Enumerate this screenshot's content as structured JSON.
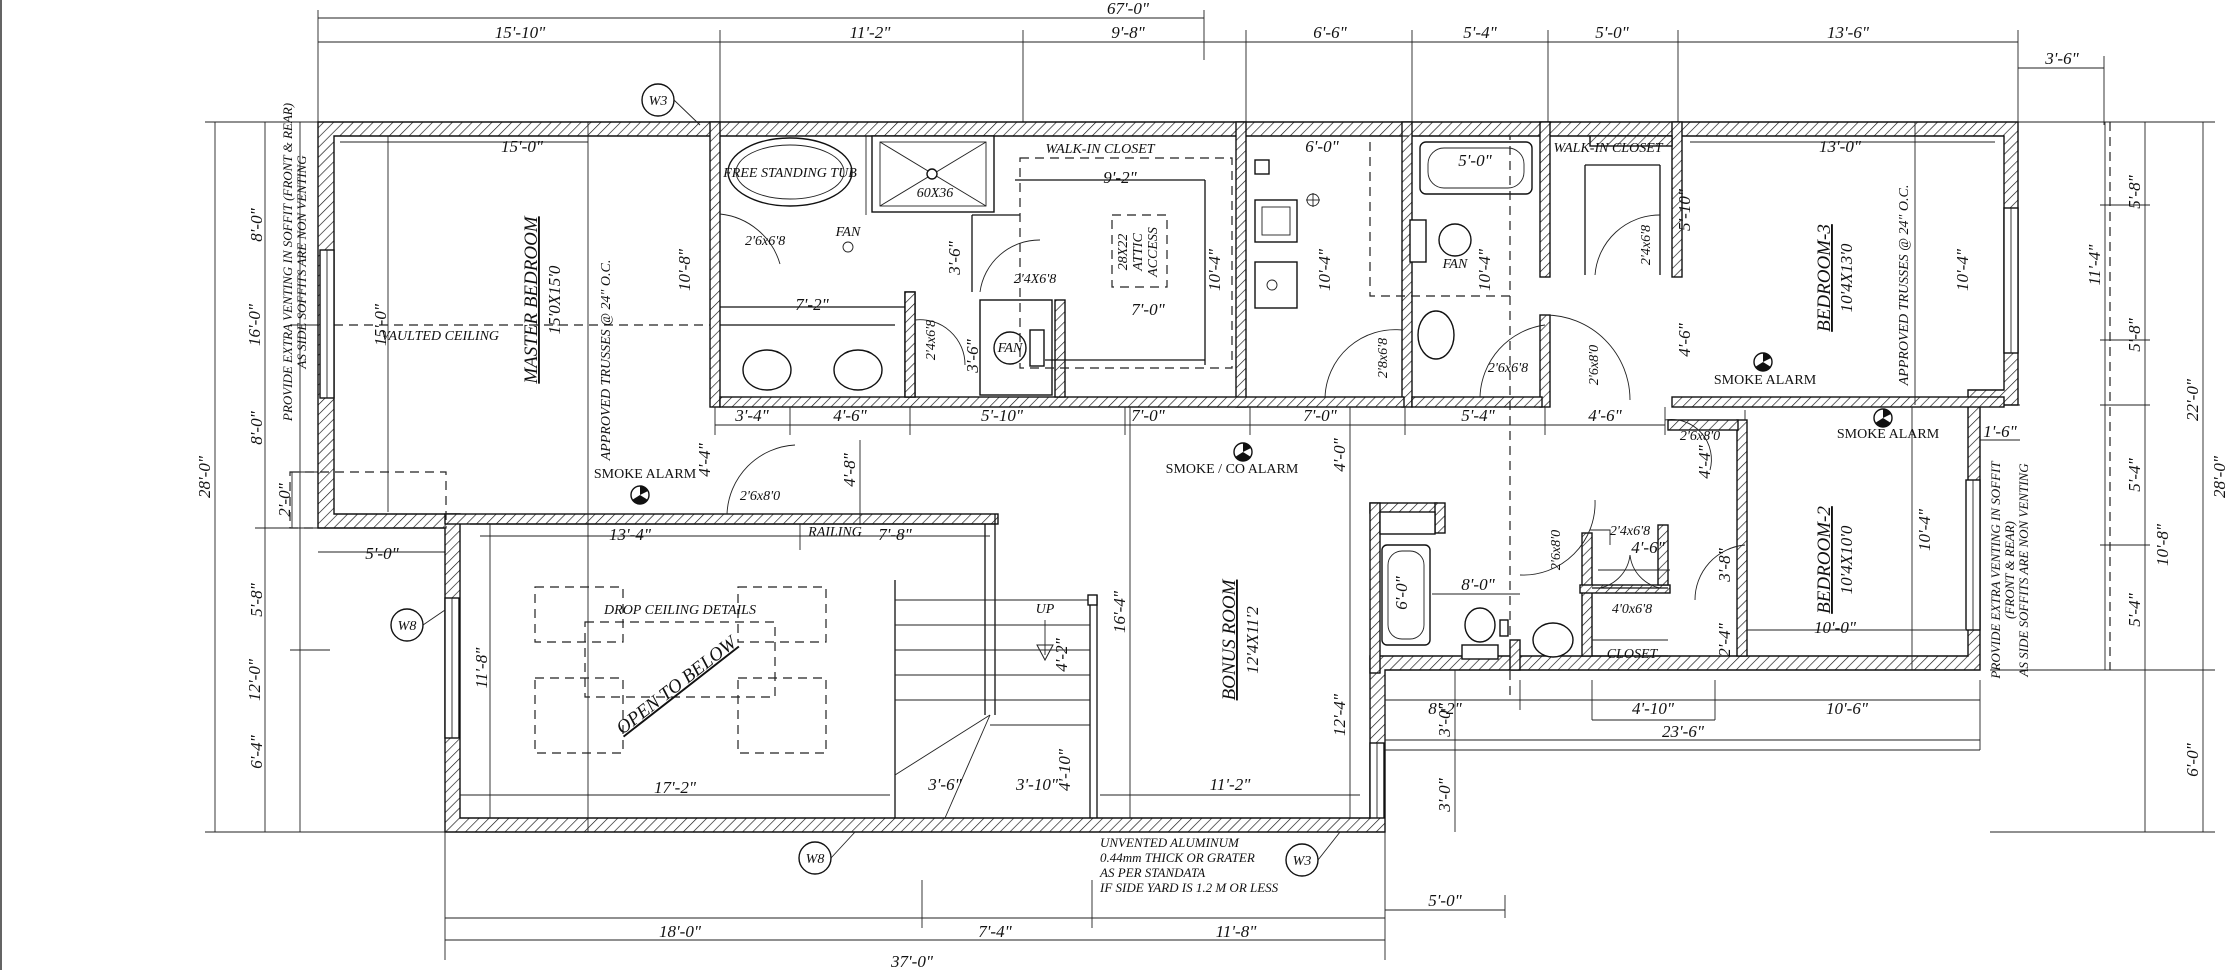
{
  "dims": {
    "overall_top": "67'-0\"",
    "top": [
      "15'-10\"",
      "11'-2\"",
      "9'-8\"",
      "6'-6\"",
      "5'-4\"",
      "5'-0\"",
      "13'-6\""
    ],
    "top_right": "3'-6\"",
    "left_outer": "28'-0\"",
    "left": [
      "16'-0\"",
      "12'-0\""
    ],
    "left_inner": [
      "8'-0\"",
      "8'-0\"",
      "2'-0\"",
      "5'-8\"",
      "6'-4\""
    ],
    "right_outer": "28'-0\"",
    "right_22": "22'-0\"",
    "right_6": "6'-0\"",
    "right_inner": [
      "5'-8\"",
      "11'-4\"",
      "5'-8\"",
      "5'-4\"",
      "10'-8\"",
      "5'-4\""
    ],
    "bottom": [
      "18'-0\"",
      "7'-4\"",
      "11'-8\""
    ],
    "bottom_overall": "37'-0\"",
    "bottom_5": "5'-0\"",
    "lower_right": [
      "8'-2\"",
      "4'-10\"",
      "10'-6\"",
      "23'-6\"",
      "3'-0\"",
      "3'-0\""
    ],
    "interior": {
      "master_w": "15'-0\"",
      "master_h": "15'-0\"",
      "left_5": "5'-0\"",
      "ens_h": "10'-8\"",
      "vanity": "7'-2\"",
      "door_26x68": "2'6x6'8",
      "door_24x68": "2'4x6'8",
      "door_24x68_b": "2'4X6'8",
      "wic_w": "9'-2\"",
      "wic_h": "10'-4\"",
      "wic_7": "7'-0\"",
      "d_36": "3'-6\"",
      "d_36b": "3'-6\"",
      "laundry_w": "6'-0\"",
      "laundry_h": "10'-4\"",
      "door_28x68": "2'8x6'8",
      "bath2_w": "5'-0\"",
      "bath2_h": "10'-4\"",
      "door_26x68_b": "2'6x6'8",
      "door_26x80": "2'6x8'0",
      "wic2_h": "5'-10\"",
      "door_24x68_c": "2'4x6'8",
      "d_46": "4'-6\"",
      "bed3_w": "13'-0\"",
      "bed3_h": "10'-4\"",
      "hall": [
        "3'-4\"",
        "4'-6\"",
        "5'-10\"",
        "7'-0\"",
        "7'-0\"",
        "5'-4\"",
        "4'-6\""
      ],
      "d_44": "4'-4\"",
      "d_48": "4'-8\"",
      "door_26x80_b": "2'6x8'0",
      "d_40": "4'-0\"",
      "open_w": "13'-4\"",
      "railing_78": "7'-8\"",
      "open_h": "11'-8\"",
      "open_w2": "17'-2\"",
      "stair_w": "3'-6\"",
      "stair_310": "3'-10\"",
      "d_410": "4'-10\"",
      "d_42": "4'-2\"",
      "bonus_h": "16'-4\"",
      "bonus_w": "11'-2\"",
      "d_124": "12'-4\"",
      "bath3_w": "8'-0\"",
      "bath3_h": "6'-0\"",
      "door_26x80_c": "2'6x8'0",
      "door_26x80_d": "2'6x8'0",
      "door_24x68_d": "2'4x6'8",
      "closet_w": "4'-6\"",
      "closet_door": "4'0x6'8",
      "d_38": "3'-8\"",
      "d_24": "2'-4\"",
      "d_44b": "4'-4\"",
      "bed2_w": "10'-0\"",
      "bed2_h": "10'-4\"",
      "d_16": "1'-6\""
    }
  },
  "rooms": {
    "master": {
      "name": "MASTER BEDROOM",
      "size": "15'0X15'0"
    },
    "bonus": {
      "name": "BONUS ROOM",
      "size": "12'4X11'2"
    },
    "bed3": {
      "name": "BEDROOM-3",
      "size": "10'4X13'0"
    },
    "bed2": {
      "name": "BEDROOM-2",
      "size": "10'4X10'0"
    },
    "open": {
      "name": "OPEN TO BELOW"
    }
  },
  "labels": {
    "vaulted": "VAULTED CEILING",
    "trusses": "APPROVED TRUSSES @ 24\" O.C.",
    "tub": "FREE STANDING TUB",
    "shower": "60X36",
    "fan": "FAN",
    "wic": "WALK-IN CLOSET",
    "attic": [
      "28X22",
      "ATTIC",
      "ACCESS"
    ],
    "railing": "RAILING",
    "drop": "DROP CEILING DETAILS",
    "up": "UP",
    "closet": "CLOSET"
  },
  "alarms": {
    "master": "SMOKE ALARM",
    "hall": "SMOKE / CO ALARM",
    "bed3": "SMOKE ALARM",
    "bed2": "SMOKE ALARM"
  },
  "tags": [
    "W3",
    "W8",
    "W8",
    "W3"
  ],
  "notes": {
    "left": [
      "PROVIDE EXTRA VENTING IN SOFFIT (FRONT & REAR)",
      "AS SIDE SOFFITS ARE NON VENTING"
    ],
    "right": [
      "PROVIDE EXTRA VENTING IN SOFFIT",
      "(FRONT & REAR)",
      "AS SIDE SOFFITS ARE NON VENTING"
    ],
    "bottom": [
      "UNVENTED ALUMINUM",
      "0.44mm THICK OR GRATER",
      "AS PER STANDATA",
      "IF SIDE YARD IS 1.2 M OR LESS"
    ]
  }
}
